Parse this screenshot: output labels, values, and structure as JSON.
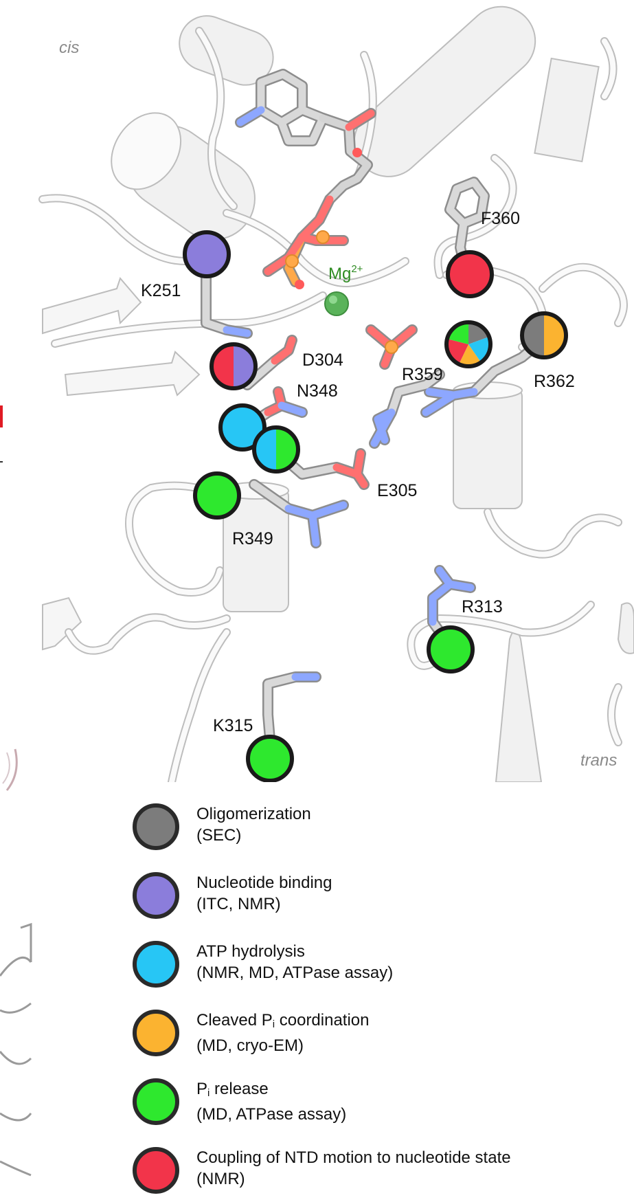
{
  "figure": {
    "corner_cis": "cis",
    "corner_trans": "trans",
    "mg_label": "Mg",
    "mg_charge": "2+",
    "residues": {
      "K251": "K251",
      "F360": "F360",
      "D304": "D304",
      "R359": "R359",
      "R362": "R362",
      "N348": "N348",
      "E305": "E305",
      "R349": "R349",
      "R313": "R313",
      "K315": "K315"
    }
  },
  "legend": {
    "oligomerization": {
      "title": "Oligomerization",
      "methods": "(SEC)",
      "color": "#7c7c7c"
    },
    "nucleotide_binding": {
      "title": "Nucleotide binding",
      "methods": "(ITC, NMR)",
      "color": "#8b7ddb"
    },
    "atp_hydrolysis": {
      "title": "ATP hydrolysis",
      "methods": "(NMR, MD, ATPase assay)",
      "color": "#27c6f5"
    },
    "pi_coordination": {
      "title_prefix": "Cleaved P",
      "title_sub": "i",
      "title_suffix": " coordination",
      "methods": "(MD, cryo-EM)",
      "color": "#fbb330"
    },
    "pi_release": {
      "title_prefix": "P",
      "title_sub": "i",
      "title_suffix": " release",
      "methods": "(MD, ATPase assay)",
      "color": "#2ee82e"
    },
    "coupling": {
      "title": "Coupling of NTD motion to nucleotide state",
      "methods": "(NMR)",
      "color": "#f2344a"
    }
  }
}
